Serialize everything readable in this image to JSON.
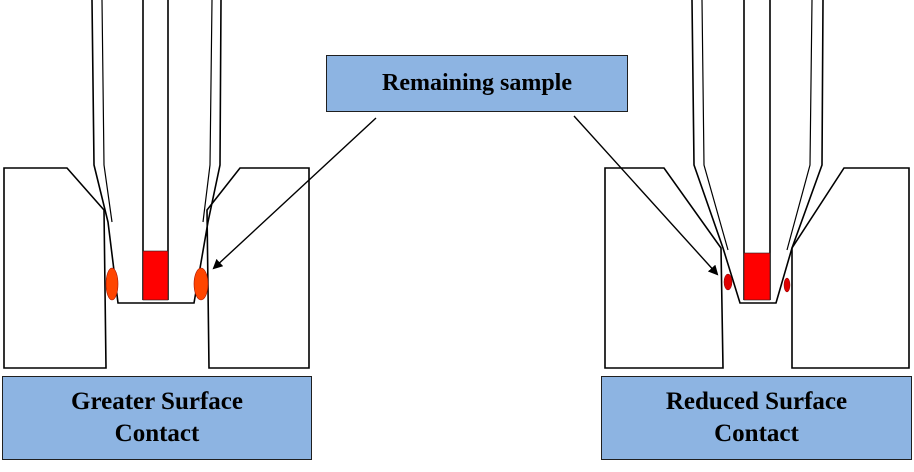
{
  "labels": {
    "remaining": "Remaining sample",
    "greater_line1": "Greater Surface",
    "greater_line2": "Contact",
    "reduced_line1": "Reduced Surface",
    "reduced_line2": "Contact"
  },
  "colors": {
    "box_fill": "#8db4e2",
    "sample_red": "#ff0000",
    "residue_orange": "#ff4500",
    "residue_red": "#e00000",
    "outline": "#000000"
  }
}
